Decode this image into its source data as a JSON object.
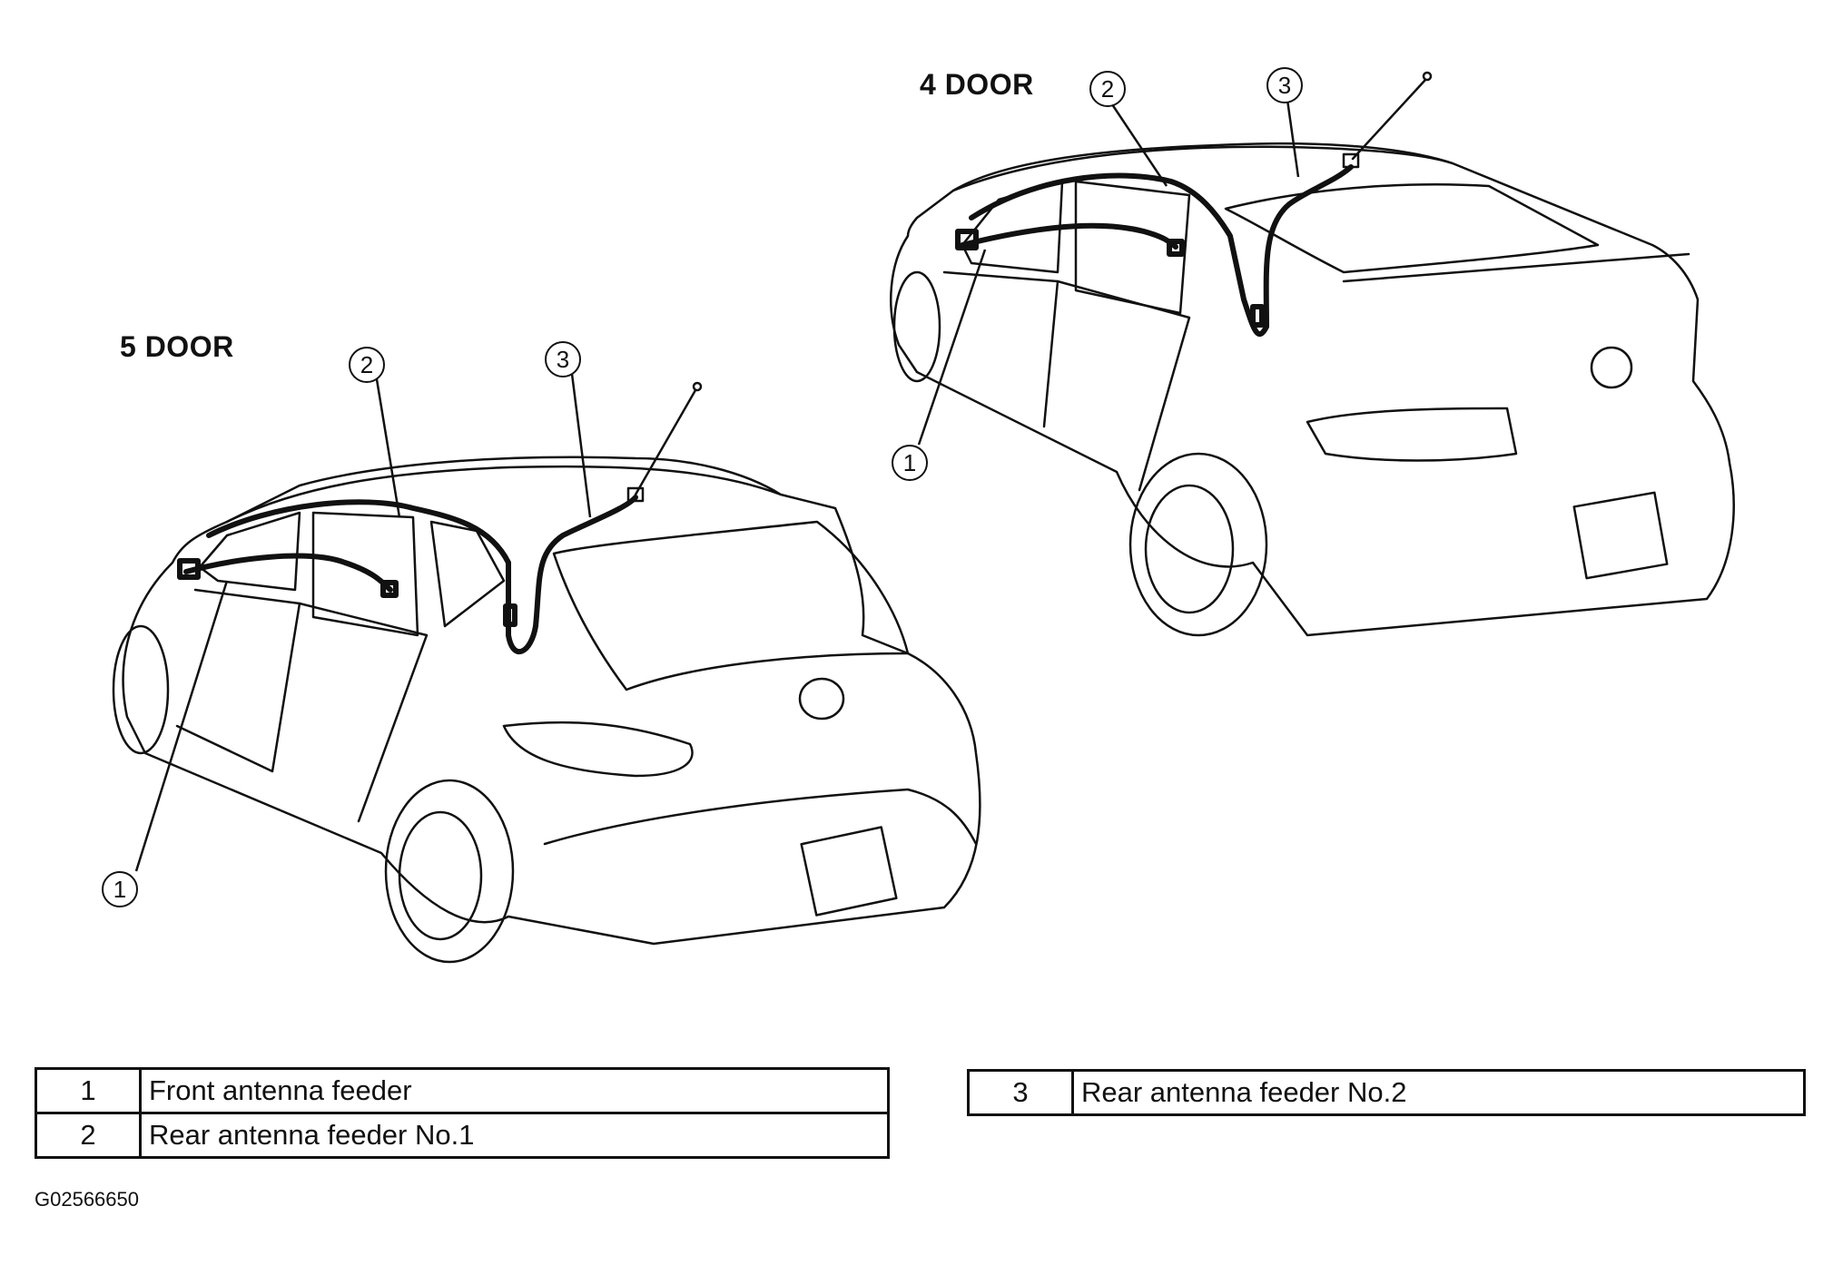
{
  "labels": {
    "five_door": "5 DOOR",
    "four_door": "4 DOOR"
  },
  "callouts": {
    "c1": "1",
    "c2": "2",
    "c3": "3"
  },
  "legend_left": [
    {
      "num": "1",
      "desc": "Front antenna feeder"
    },
    {
      "num": "2",
      "desc": "Rear antenna feeder No.1"
    }
  ],
  "legend_right": [
    {
      "num": "3",
      "desc": "Rear antenna feeder No.2"
    }
  ],
  "figure_code": "G02566650"
}
